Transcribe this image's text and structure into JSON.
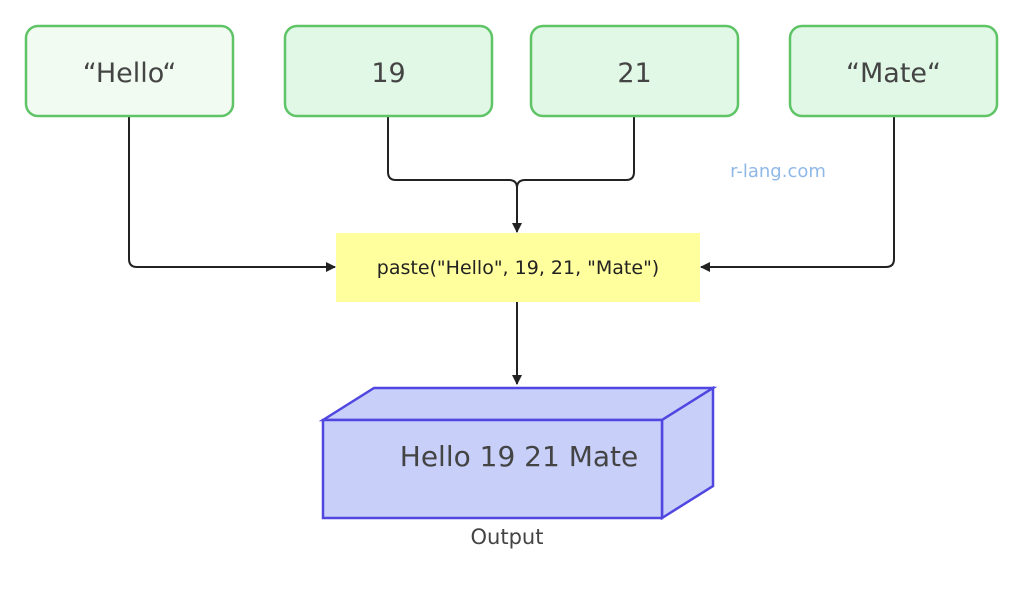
{
  "inputs": [
    {
      "label": "“Hello“"
    },
    {
      "label": "19"
    },
    {
      "label": "21"
    },
    {
      "label": "“Mate“"
    }
  ],
  "function_call": "paste(\"Hello\", 19, 21, \"Mate\")",
  "output": {
    "value": "Hello 19 21 Mate",
    "caption": "Output"
  },
  "watermark": "r-lang.com",
  "colors": {
    "input_stroke": "#5ec466",
    "input_fill": "#e1f8e6",
    "function_fill": "#ffff9e",
    "output_fill": "#c8d0fa",
    "output_stroke": "#5046e0",
    "watermark": "#8fb8e8"
  }
}
